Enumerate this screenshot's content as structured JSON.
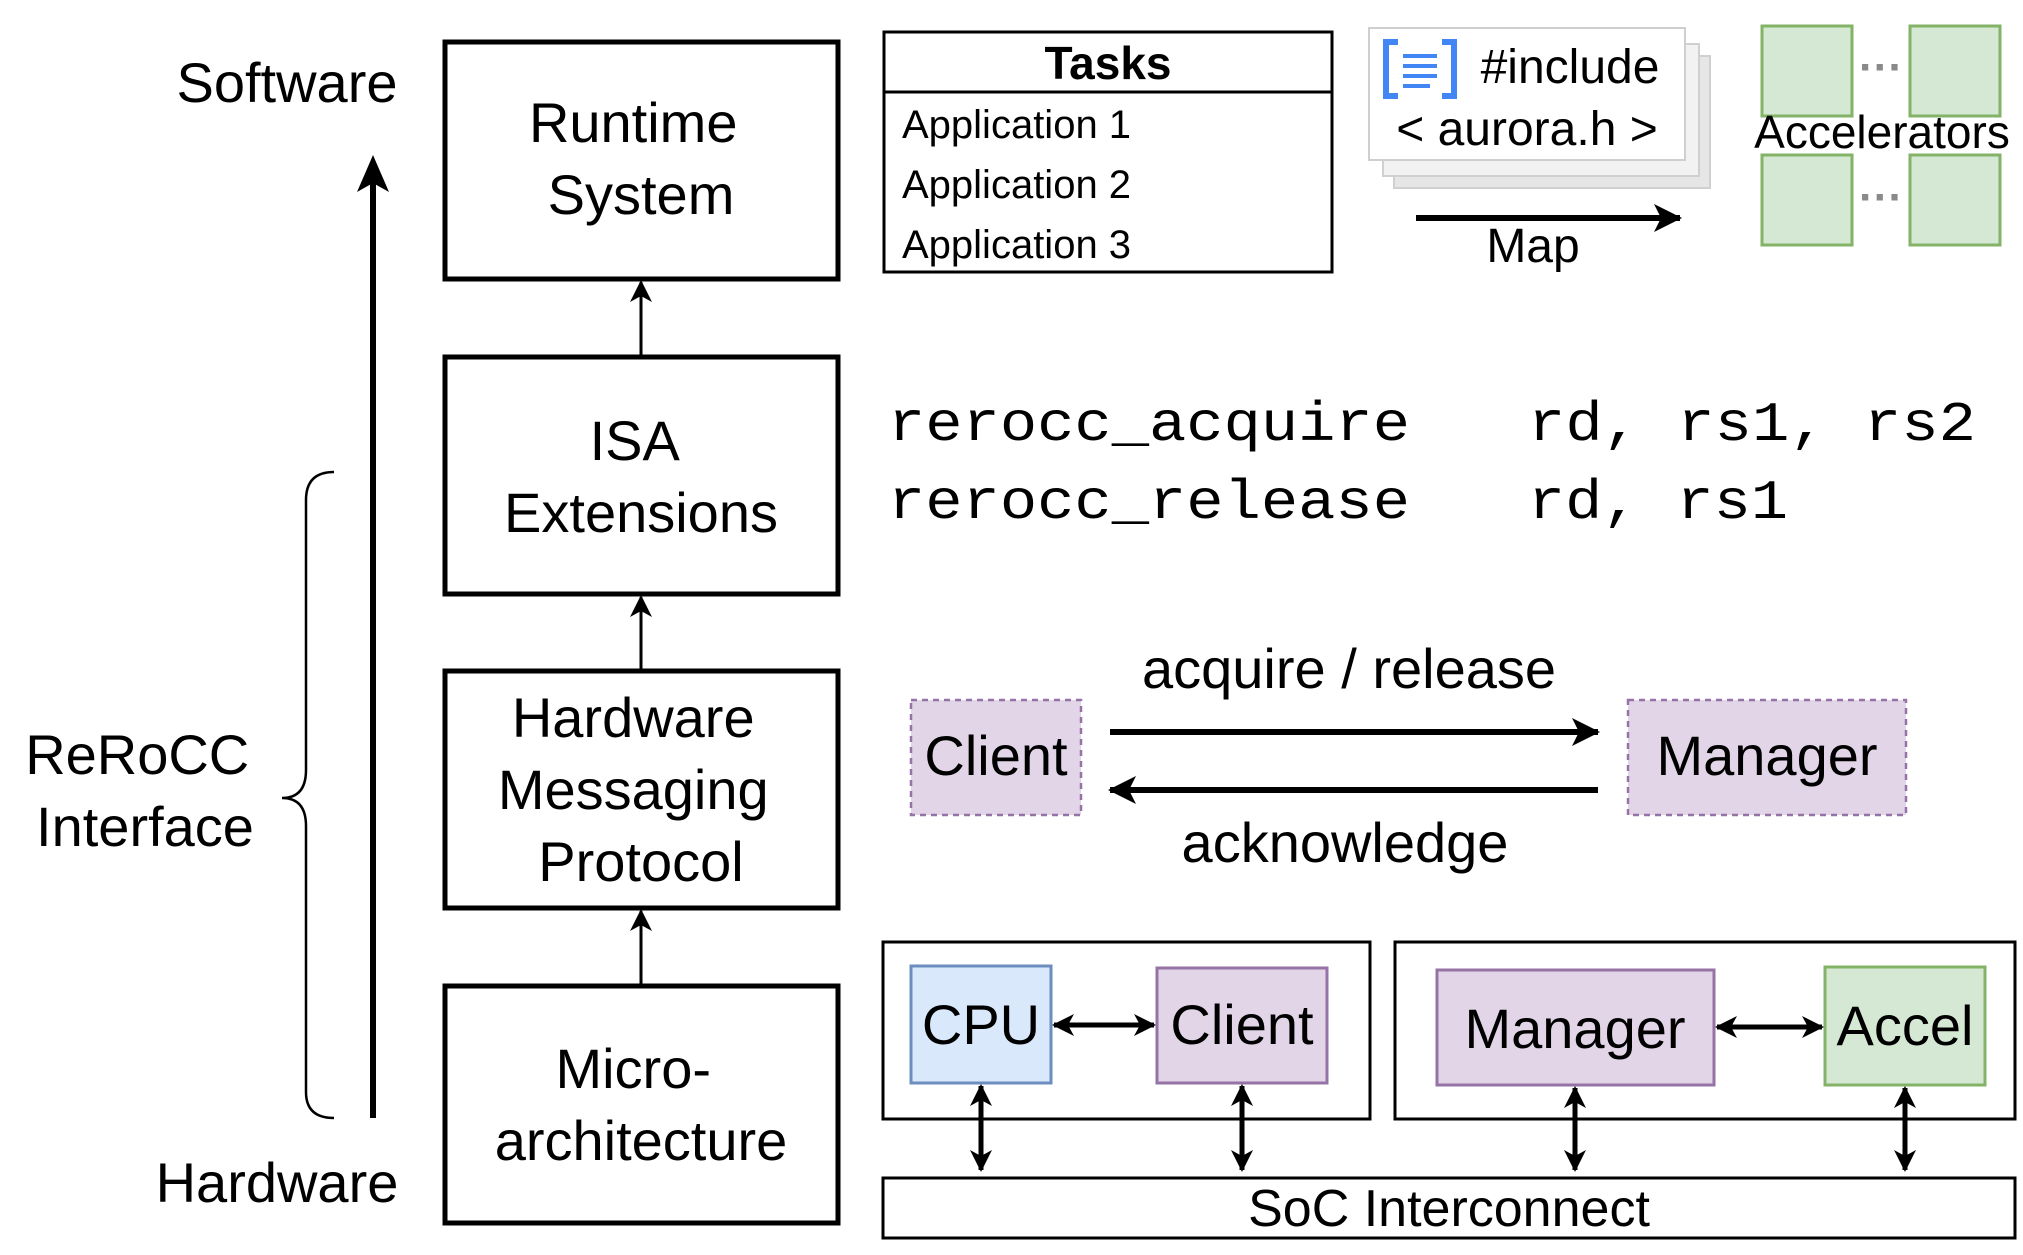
{
  "side_labels": {
    "software": "Software",
    "hardware": "Hardware",
    "rerocc_line1": "ReRoCC",
    "rerocc_line2": "Interface"
  },
  "layers": {
    "runtime": [
      "Runtime",
      "System"
    ],
    "isa": [
      "ISA",
      "Extensions"
    ],
    "messaging": [
      "Hardware",
      "Messaging",
      "Protocol"
    ],
    "micro": [
      "Micro-",
      "architecture"
    ]
  },
  "tasks": {
    "header": "Tasks",
    "items": [
      "Application 1",
      "Application 2",
      "Application 3"
    ]
  },
  "code_doc": {
    "line1": "#include",
    "line2": "< aurora.h >",
    "map_label": "Map",
    "icon": "document-icon"
  },
  "accelerators": {
    "label": "Accelerators",
    "ellipsis": "···"
  },
  "isa_instructions": [
    {
      "op": "rerocc_acquire",
      "args": "rd, rs1, rs2"
    },
    {
      "op": "rerocc_release",
      "args": "rd, rs1"
    }
  ],
  "protocol": {
    "client": "Client",
    "manager": "Manager",
    "request": "acquire / release",
    "response": "acknowledge"
  },
  "soc": {
    "cpu": "CPU",
    "client": "Client",
    "manager": "Manager",
    "accel": "Accel",
    "interconnect": "SoC Interconnect"
  },
  "colors": {
    "accel_fill": "#d5e8d4",
    "accel_stroke": "#82b366",
    "purple_fill": "#e1d5e7",
    "purple_stroke": "#9673a6",
    "cpu_fill": "#dae8fc",
    "cpu_stroke": "#6c8ebf",
    "doc_icon": "#4285f4"
  }
}
